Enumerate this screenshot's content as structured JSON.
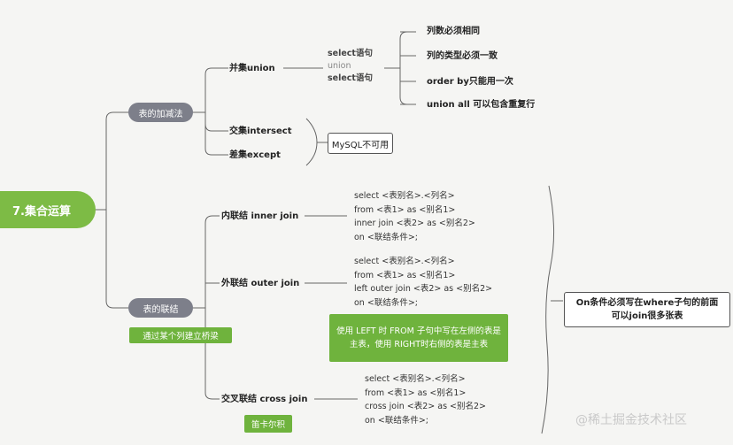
{
  "root": {
    "label": "7.集合运算"
  },
  "branches": {
    "set_ops": {
      "label": "表的加减法"
    },
    "join": {
      "label": "表的联结"
    }
  },
  "union": {
    "label": "并集union",
    "syntax": [
      "select语句",
      "union",
      "select语句"
    ],
    "rules": [
      "列数必须相同",
      "列的类型必须一致",
      "order by只能用一次",
      "union all 可以包含重复行"
    ]
  },
  "intersect": {
    "label": "交集intersect"
  },
  "except": {
    "label": "差集except"
  },
  "mysql_note": "MySQL不可用",
  "join_bridge_note": "通过某个列建立桥梁",
  "inner_join": {
    "label": "内联结 inner join",
    "code": [
      "select <表别名>.<列名>",
      "from <表1> as <别名1>",
      "inner join <表2> as <别名2>",
      "on <联结条件>;"
    ]
  },
  "outer_join": {
    "label": "外联结 outer join",
    "code": [
      "select <表别名>.<列名>",
      "from <表1> as <别名1>",
      "left outer join <表2> as <别名2>",
      "on <联结条件>;"
    ],
    "note": "使用 LEFT 时 FROM 子句中写在左侧的表是主表，使用 RIGHT时右侧的表是主表"
  },
  "cross_join": {
    "label": "交叉联结 cross join",
    "code": [
      "select <表别名>.<列名>",
      "from <表1> as <别名1>",
      "cross join <表2> as <别名2>",
      "on <联结条件>;"
    ],
    "note": "笛卡尔积"
  },
  "on_note": {
    "line1": "On条件必须写在where子句的前面",
    "line2": "可以join很多张表"
  },
  "watermark": "@稀土掘金技术社区",
  "colors": {
    "green": "#7dbb45",
    "grey_pill": "#7d7f8a",
    "line": "#555555"
  }
}
